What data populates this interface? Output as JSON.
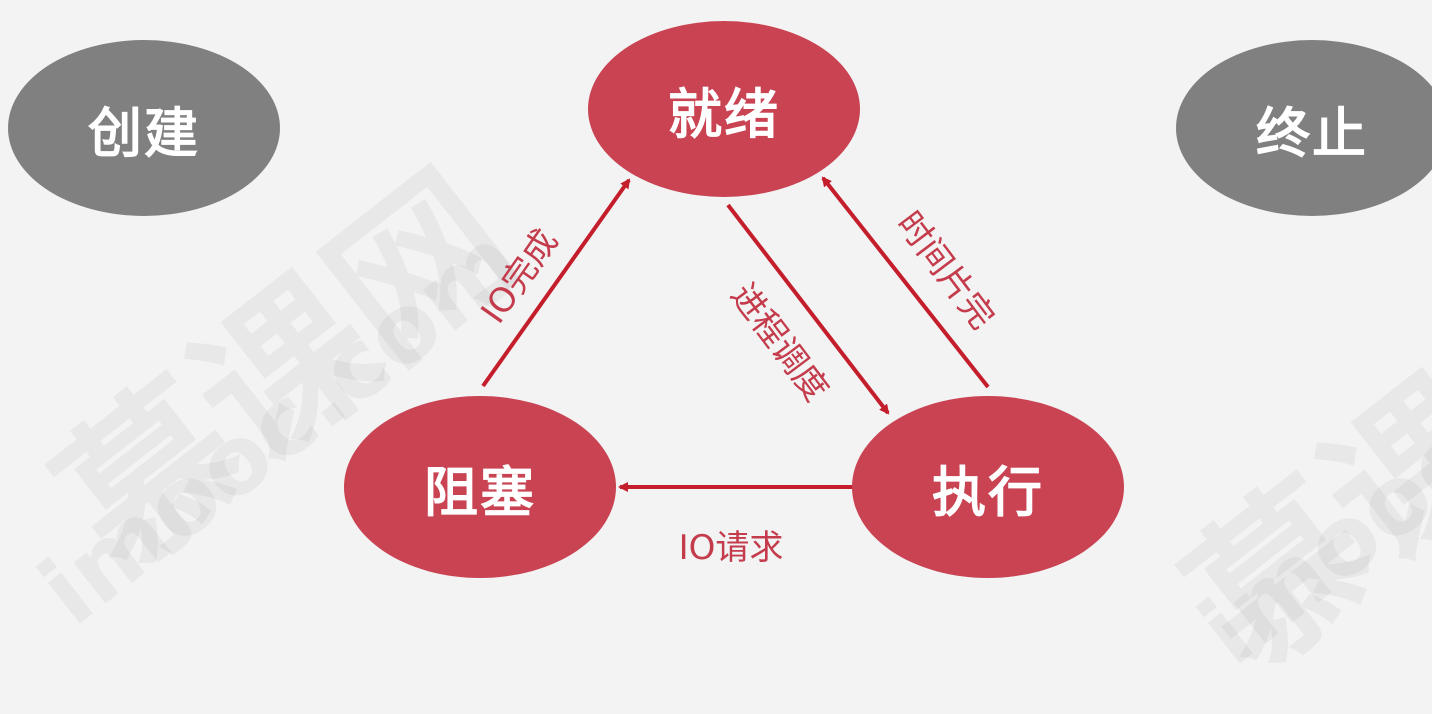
{
  "watermark": {
    "cn": "慕课网",
    "en": "imooc.com"
  },
  "nodes": {
    "create": "创建",
    "ready": "就绪",
    "terminate": "终止",
    "blocked": "阻塞",
    "running": "执行"
  },
  "edges": {
    "io_done": "IO完成",
    "schedule": "进程调度",
    "time_slice": "时间片完",
    "io_request": "IO请求"
  },
  "colors": {
    "active": "#c94353",
    "inactive": "#808080",
    "arrow": "#c41e2c",
    "label": "#c43c4c"
  }
}
